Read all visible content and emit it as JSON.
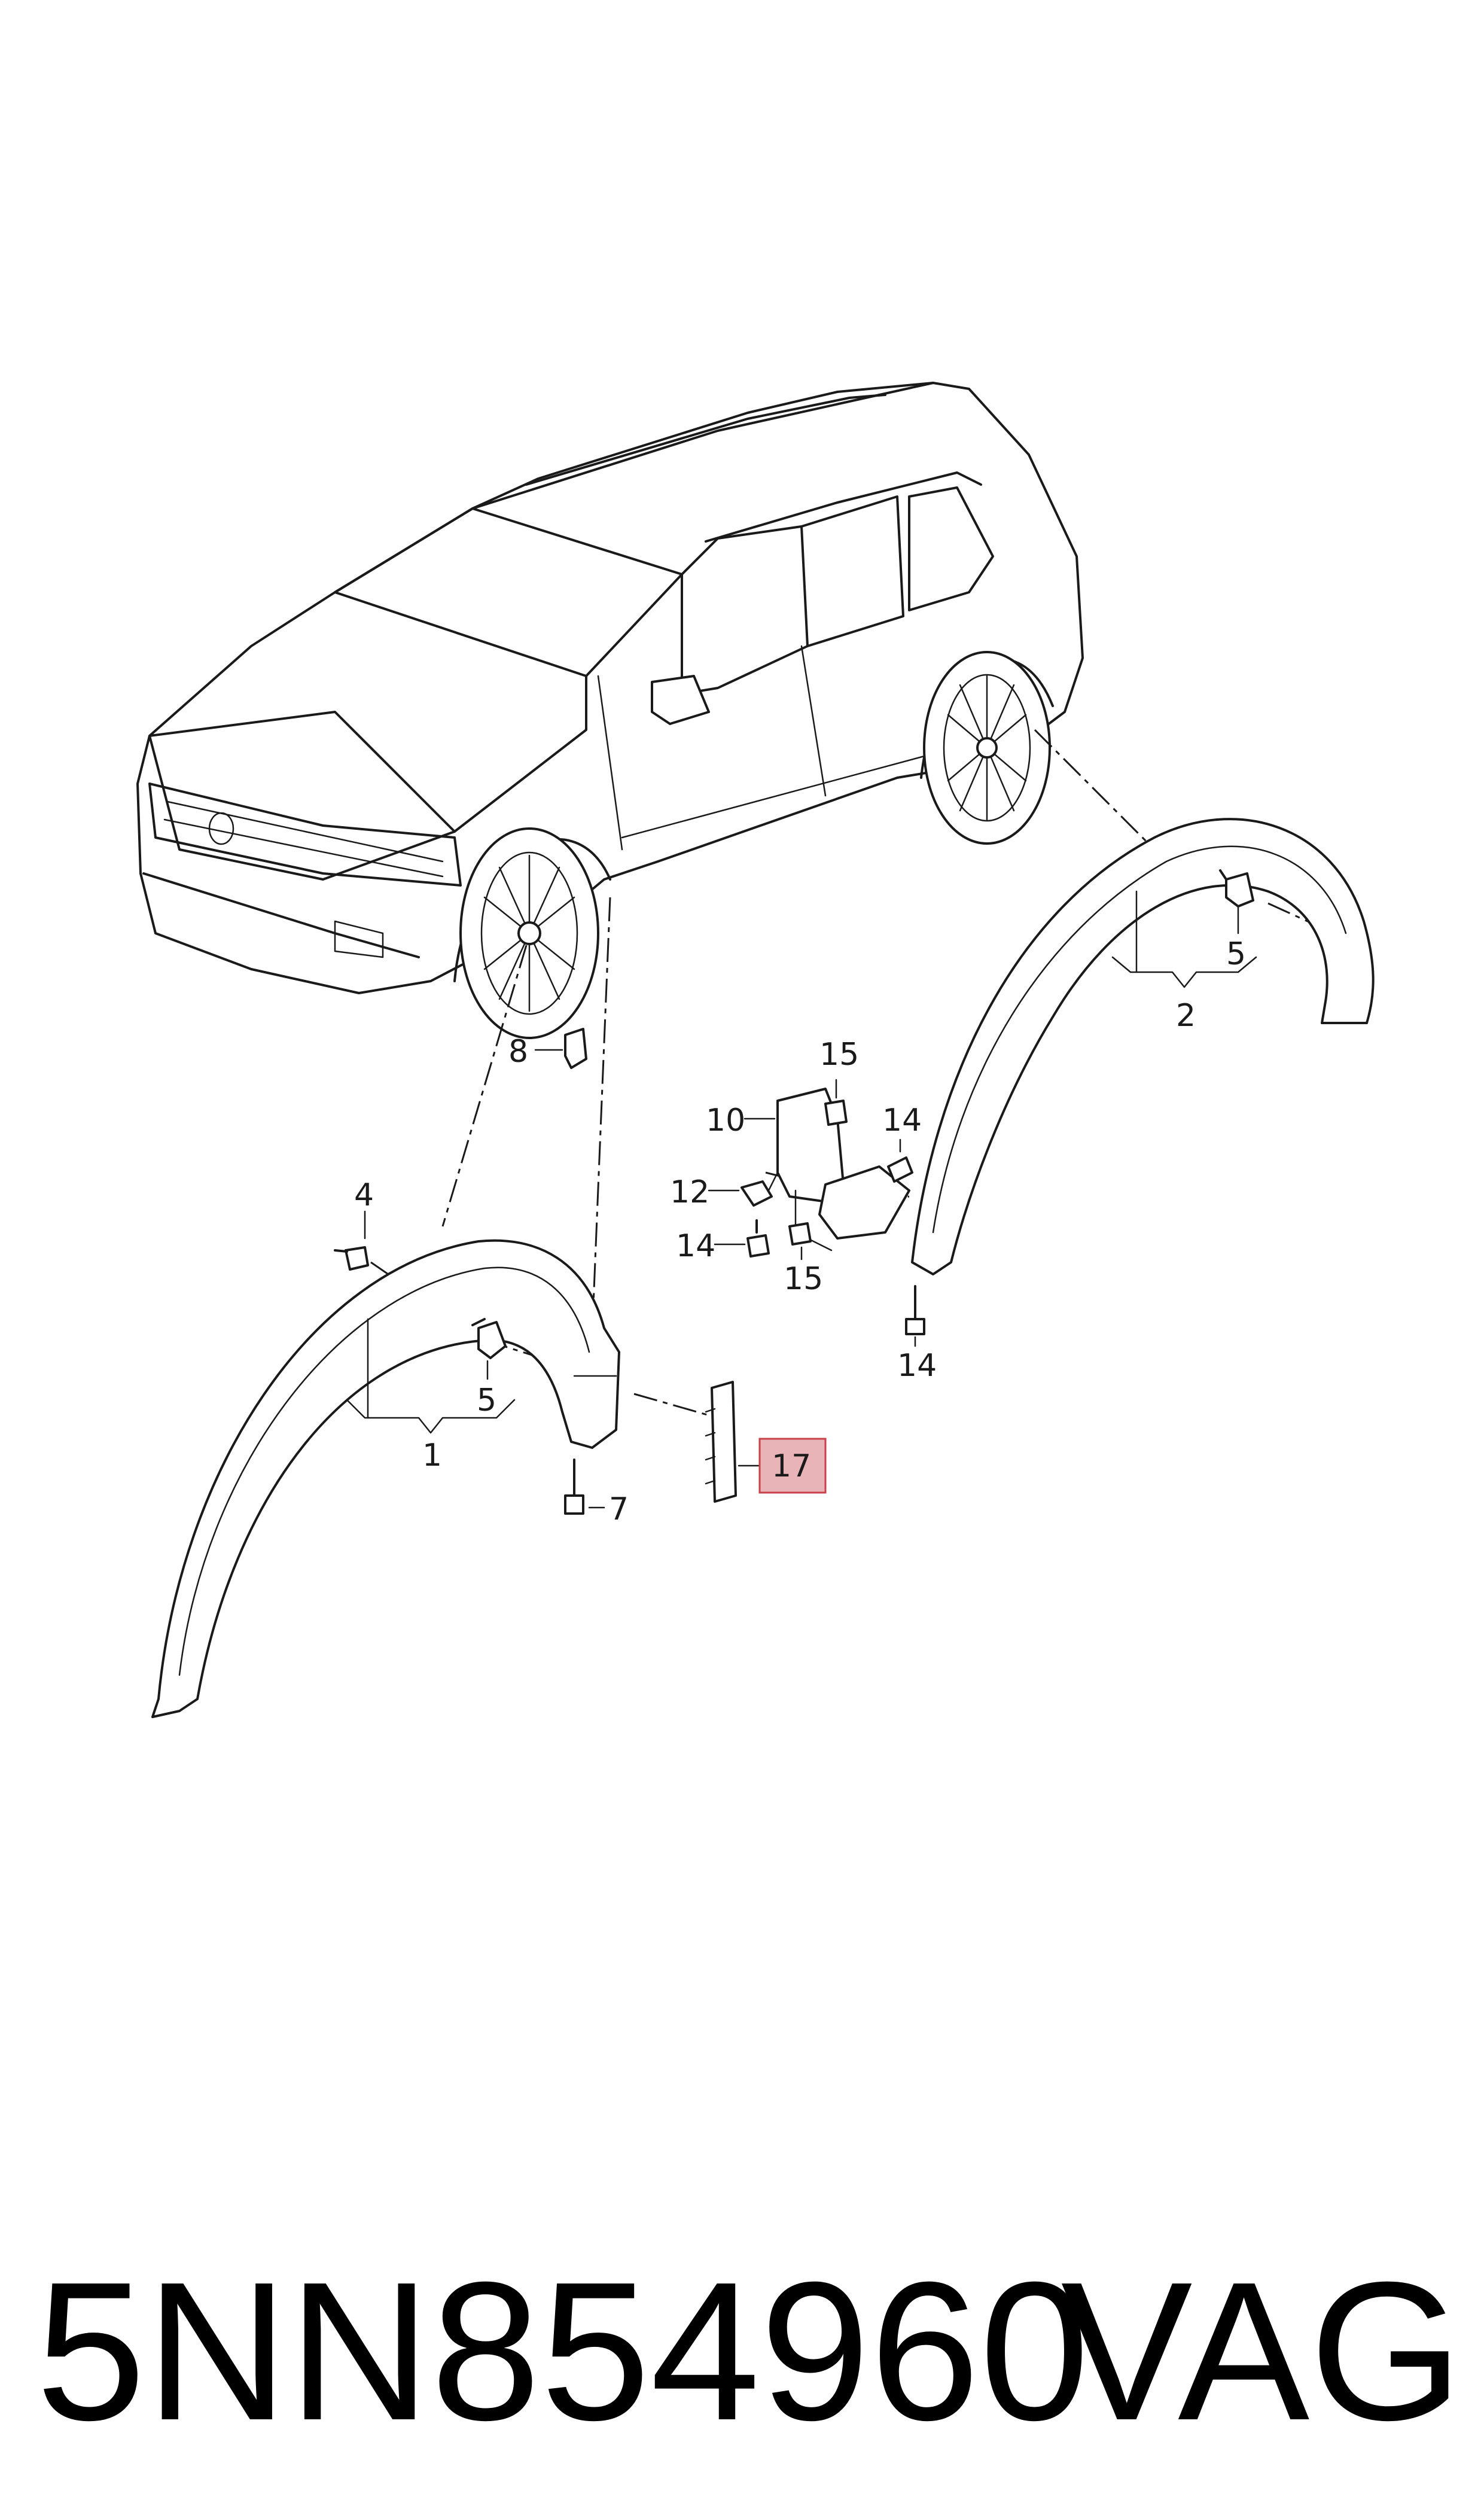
{
  "callouts": {
    "c1": "1",
    "c2": "2",
    "c4": "4",
    "c5a": "5",
    "c5b": "5",
    "c7": "7",
    "c8": "8",
    "c10": "10",
    "c12": "12",
    "c14a": "14",
    "c14b": "14",
    "c14c": "14",
    "c15a": "15",
    "c15b": "15",
    "c17": "17"
  },
  "highlight_color": "#e8b4b8",
  "footer": {
    "part_number": "5NN854960",
    "brand": "VAG"
  }
}
